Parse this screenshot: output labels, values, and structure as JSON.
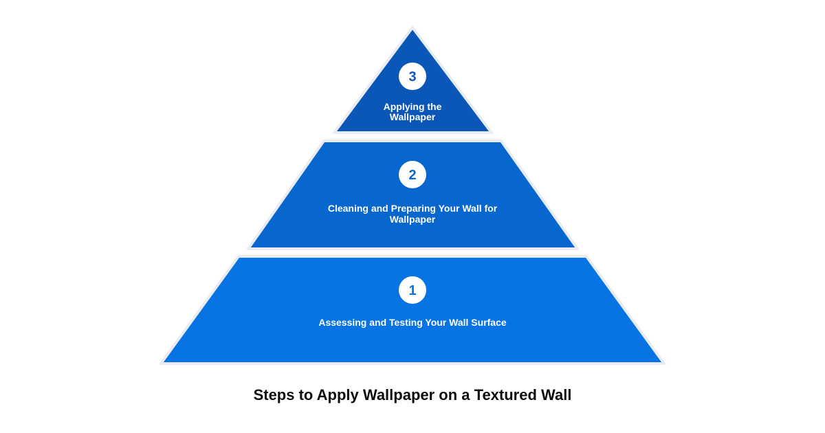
{
  "diagram": {
    "type": "pyramid",
    "tiers": [
      {
        "number": "3",
        "label_lines": [
          "Applying the",
          "Wallpaper"
        ],
        "color": "#0b57b8",
        "badge_text_color": "#0b57b8"
      },
      {
        "number": "2",
        "label_lines": [
          "Cleaning and Preparing Your Wall for",
          "Wallpaper"
        ],
        "color": "#0866cf",
        "badge_text_color": "#0866cf"
      },
      {
        "number": "1",
        "label_lines": [
          "Assessing and Testing Your Wall Surface"
        ],
        "color": "#0873e2",
        "badge_text_color": "#0873e2"
      }
    ]
  },
  "caption": "Steps to Apply Wallpaper on a Textured Wall"
}
